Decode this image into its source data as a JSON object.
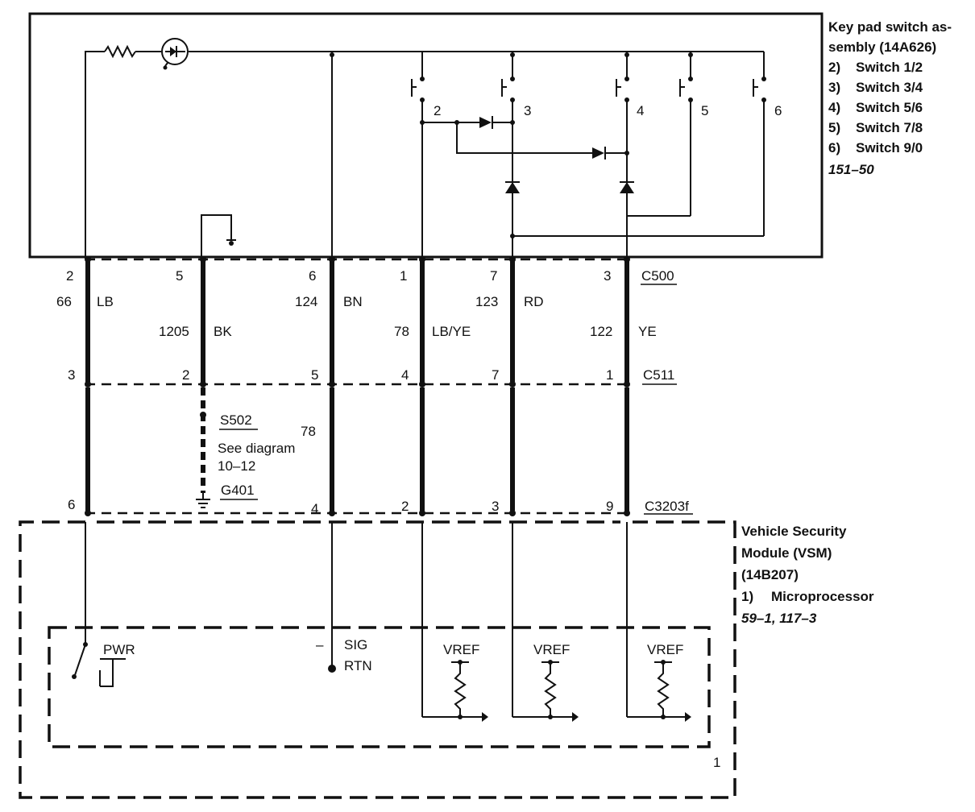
{
  "keypad": {
    "title_line1": "Key pad switch as-",
    "title_line2": "sembly (14A626)",
    "items": [
      {
        "num": "2)",
        "label": "Switch 1/2"
      },
      {
        "num": "3)",
        "label": "Switch 3/4"
      },
      {
        "num": "4)",
        "label": "Switch 5/6"
      },
      {
        "num": "5)",
        "label": "Switch 7/8"
      },
      {
        "num": "6)",
        "label": "Switch 9/0"
      }
    ],
    "ref": "151–50",
    "switch_nums": [
      "2",
      "3",
      "4",
      "5",
      "6"
    ]
  },
  "connectors": {
    "c500": "C500",
    "c511": "C511",
    "c3203f": "C3203f"
  },
  "wires": [
    {
      "c500_pin": "2",
      "circuit": "66",
      "color": "LB",
      "c511_pin": "3",
      "c3203_pin": "6"
    },
    {
      "c500_pin": "5",
      "circuit": "1205",
      "color": "BK",
      "c511_pin": "2"
    },
    {
      "c500_pin": "6",
      "circuit": "124",
      "color": "BN",
      "c511_pin": "5",
      "c3203_pin": "4"
    },
    {
      "c500_pin": "1",
      "circuit": "78",
      "color": "LB/YE",
      "c511_pin": "4",
      "c3203_pin": "2"
    },
    {
      "c500_pin": "7",
      "circuit": "123",
      "color": "RD",
      "c511_pin": "7",
      "c3203_pin": "3"
    },
    {
      "c500_pin": "3",
      "circuit": "122",
      "color": "YE",
      "c511_pin": "1",
      "c3203_pin": "9"
    }
  ],
  "splice": {
    "name": "S502",
    "see_line1": "See diagram",
    "see_line2": "10–12",
    "ground": "G401",
    "circuit": "78"
  },
  "vsm": {
    "title_line1": "Vehicle Security",
    "title_line2": "Module (VSM)",
    "title_line3": "(14B207)",
    "item_num": "1)",
    "item_label": "Microprocessor",
    "ref": "59–1, 117–3",
    "inner_num": "1",
    "pwr": "PWR",
    "sig_minus": "–",
    "sig": "SIG",
    "rtn": "RTN",
    "vref": [
      "VREF",
      "VREF",
      "VREF"
    ]
  }
}
